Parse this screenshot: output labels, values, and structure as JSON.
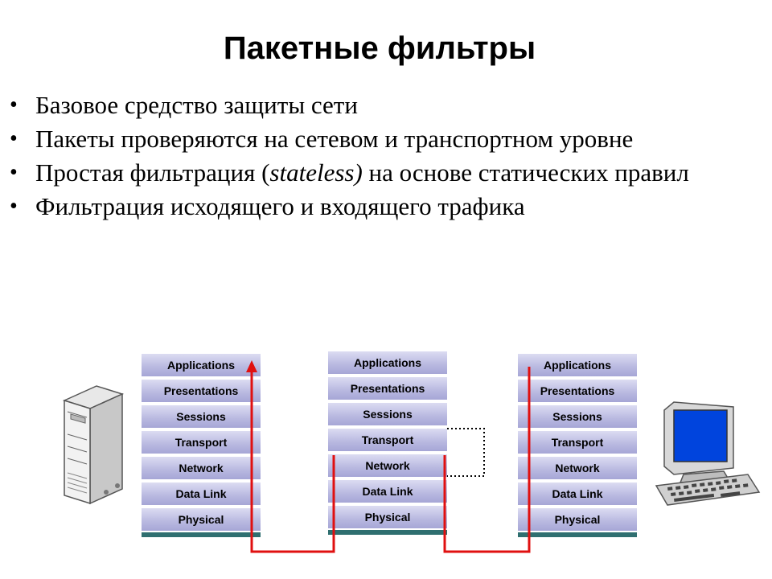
{
  "slide": {
    "title": "Пакетные фильтры",
    "bullets": [
      {
        "text": "Базовое средство защиты сети"
      },
      {
        "text": "Пакеты проверяются на сетевом и транспортном уровне"
      },
      {
        "before": "Простая фильтрация (",
        "italic": "stateless)",
        "after": " на основе статических правил"
      },
      {
        "text": "Фильтрация исходящего и входящего трафика"
      }
    ],
    "bullet_glyph": "•"
  },
  "diagram": {
    "layers": [
      "Applications",
      "Presentations",
      "Sessions",
      "Transport",
      "Network",
      "Data Link",
      "Physical"
    ],
    "devices": [
      "server-icon",
      "filter-stack",
      "workstation-icon"
    ],
    "colors": {
      "layer_fill": "#b8b8e0",
      "base_bar": "#2f6f70",
      "flow_arrow": "#e01010",
      "filter_bracket": "#000000",
      "monitor_screen": "#0044dd"
    }
  }
}
